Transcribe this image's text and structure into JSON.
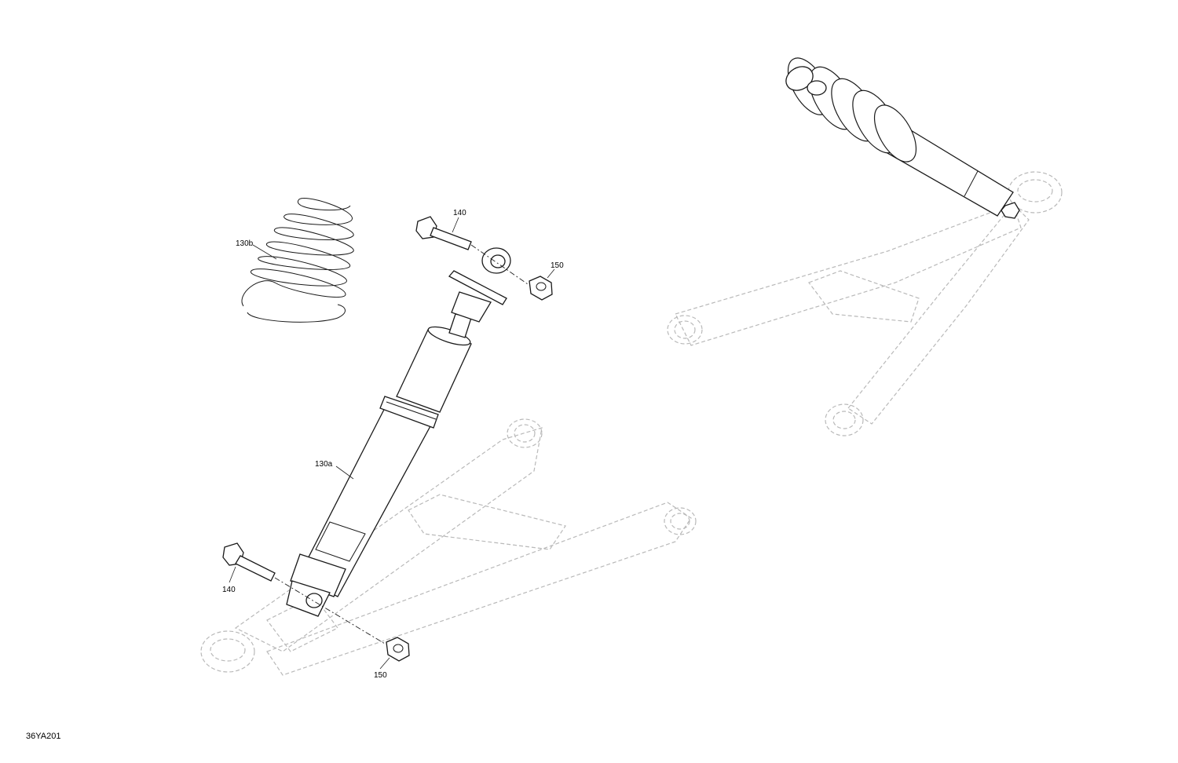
{
  "diagram": {
    "code": "36YA201",
    "callouts": [
      {
        "id": "spring",
        "label": "130b"
      },
      {
        "id": "shock",
        "label": "130a"
      },
      {
        "id": "bolt-top",
        "label": "140"
      },
      {
        "id": "bolt-bottom",
        "label": "140"
      },
      {
        "id": "nut-top",
        "label": "150"
      },
      {
        "id": "nut-bottom",
        "label": "150"
      }
    ]
  }
}
